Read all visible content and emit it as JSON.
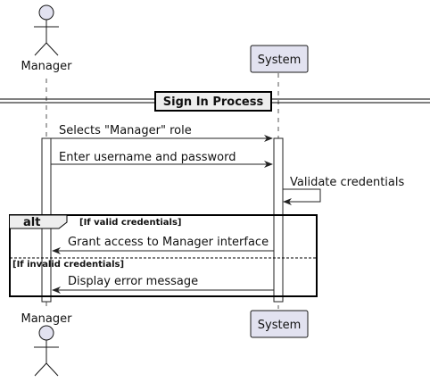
{
  "participants": {
    "manager": {
      "label": "Manager",
      "kind": "actor"
    },
    "system": {
      "label": "System",
      "kind": "participant"
    }
  },
  "divider": {
    "label": "Sign In Process"
  },
  "messages": [
    {
      "from": "manager",
      "to": "system",
      "text": "Selects \"Manager\" role"
    },
    {
      "from": "manager",
      "to": "system",
      "text": "Enter username and password"
    },
    {
      "from": "system",
      "to": "system",
      "text": "Validate credentials"
    },
    {
      "from": "system",
      "to": "manager",
      "text": "Grant access to Manager interface"
    },
    {
      "from": "system",
      "to": "manager",
      "text": "Display error message"
    }
  ],
  "alt_fragment": {
    "keyword": "alt",
    "conditions": [
      "[If valid credentials]",
      "[If invalid credentials]"
    ]
  },
  "colors": {
    "participant_fill": "#e2e2f0",
    "participant_border": "#181818",
    "line": "#222222"
  }
}
